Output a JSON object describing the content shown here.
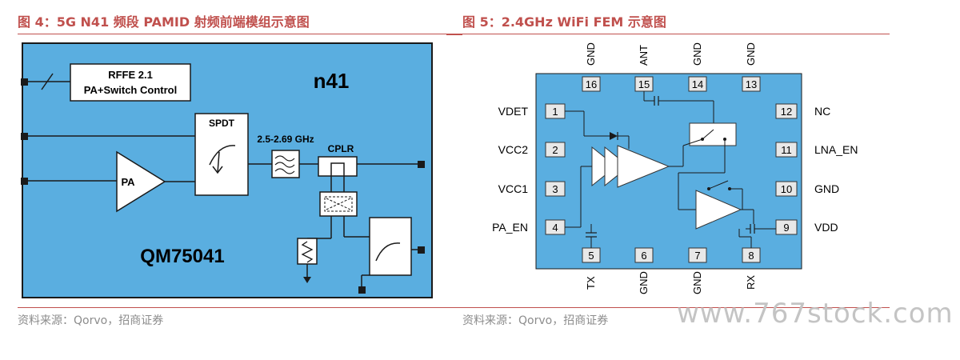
{
  "left_figure": {
    "title": "图 4：5G N41 频段 PAMID 射频前端模组示意图",
    "source": "资料来源：Qorvo，招商证券",
    "band": "n41",
    "part_number": "QM75041",
    "rffe_line1": "RFFE 2.1",
    "rffe_line2": "PA+Switch Control",
    "spdt_label": "SPDT",
    "freq_label": "2.5-2.69 GHz",
    "cplr_label": "CPLR",
    "pa_label": "PA",
    "colors": {
      "block_fill": "#5aaee0",
      "stroke": "#1a1a1a"
    }
  },
  "right_figure": {
    "title": "图 5：2.4GHz WiFi FEM 示意图",
    "source": "资料来源：Qorvo，招商证券",
    "top_pins": [
      {
        "num": "16",
        "name": "GND"
      },
      {
        "num": "15",
        "name": "ANT"
      },
      {
        "num": "14",
        "name": "GND"
      },
      {
        "num": "13",
        "name": "GND"
      }
    ],
    "left_pins": [
      {
        "num": "1",
        "name": "VDET"
      },
      {
        "num": "2",
        "name": "VCC2"
      },
      {
        "num": "3",
        "name": "VCC1"
      },
      {
        "num": "4",
        "name": "PA_EN"
      }
    ],
    "right_pins": [
      {
        "num": "12",
        "name": "NC"
      },
      {
        "num": "11",
        "name": "LNA_EN"
      },
      {
        "num": "10",
        "name": "GND"
      },
      {
        "num": "9",
        "name": "VDD"
      }
    ],
    "bottom_pins": [
      {
        "num": "5",
        "name": "TX"
      },
      {
        "num": "6",
        "name": "GND"
      },
      {
        "num": "7",
        "name": "GND"
      },
      {
        "num": "8",
        "name": "RX"
      }
    ],
    "colors": {
      "chip_fill": "#5aaee0",
      "pin_fill": "#e8e8e8"
    }
  },
  "watermark": "www.767stock.com"
}
